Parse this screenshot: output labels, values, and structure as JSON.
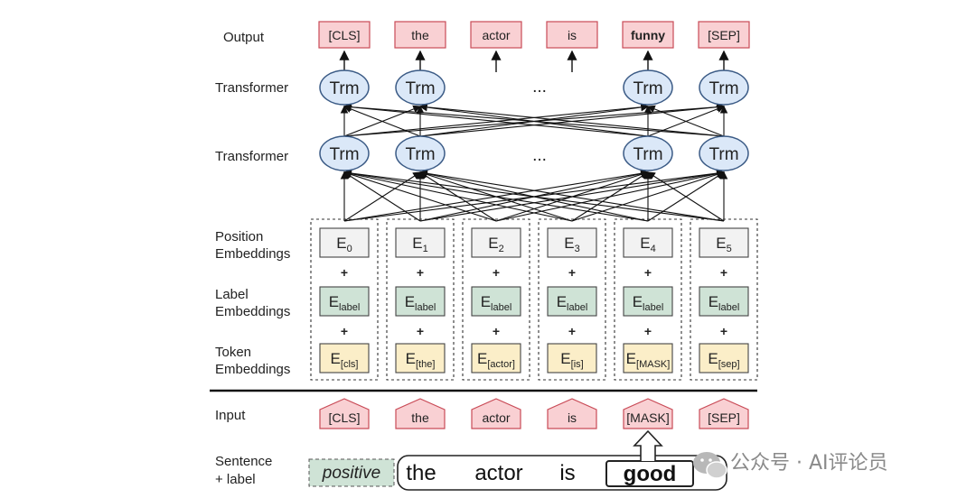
{
  "row_labels": {
    "output": "Output",
    "transformer_top": "Transformer",
    "transformer_bottom": "Transformer",
    "position_line1": "Position",
    "position_line2": "Embeddings",
    "label_line1": "Label",
    "label_line2": "Embeddings",
    "token_line1": "Token",
    "token_line2": "Embeddings",
    "input": "Input",
    "sentence_line1": "Sentence",
    "sentence_line2": "+ label"
  },
  "output_tokens": [
    {
      "text": "[CLS]",
      "shown": true,
      "bold": false
    },
    {
      "text": "the",
      "shown": true,
      "bold": false
    },
    {
      "text": "actor",
      "shown": true,
      "bold": false
    },
    {
      "text": "is",
      "shown": true,
      "bold": false
    },
    {
      "text": "funny",
      "shown": true,
      "bold": true
    },
    {
      "text": "[SEP]",
      "shown": true,
      "bold": false
    }
  ],
  "trm_label": "Trm",
  "ellipsis": "...",
  "plus": "+",
  "position_embeddings": [
    {
      "main": "E",
      "sub": "0"
    },
    {
      "main": "E",
      "sub": "1"
    },
    {
      "main": "E",
      "sub": "2"
    },
    {
      "main": "E",
      "sub": "3"
    },
    {
      "main": "E",
      "sub": "4"
    },
    {
      "main": "E",
      "sub": "5"
    }
  ],
  "label_embeddings": [
    {
      "main": "E",
      "sub": "label"
    },
    {
      "main": "E",
      "sub": "label"
    },
    {
      "main": "E",
      "sub": "label"
    },
    {
      "main": "E",
      "sub": "label"
    },
    {
      "main": "E",
      "sub": "label"
    },
    {
      "main": "E",
      "sub": "label"
    }
  ],
  "token_embeddings": [
    {
      "main": "E",
      "sub": "[cls]"
    },
    {
      "main": "E",
      "sub": "[the]"
    },
    {
      "main": "E",
      "sub": "[actor]"
    },
    {
      "main": "E",
      "sub": "[is]"
    },
    {
      "main": "E",
      "sub": "[MASK]"
    },
    {
      "main": "E",
      "sub": "[sep]"
    }
  ],
  "input_tokens": [
    "[CLS]",
    "the",
    "actor",
    "is",
    "[MASK]",
    "[SEP]"
  ],
  "sentence": {
    "label": "positive",
    "words": [
      "the",
      "actor",
      "is"
    ],
    "masked_word": "good"
  },
  "watermark": {
    "text": "公众号 · AI评论员",
    "icon": "wechat-icon"
  },
  "colors": {
    "token_box": "#f9d0d3",
    "token_border": "#c94b57",
    "trm_fill": "#dbe8f8",
    "trm_border": "#3a5a85",
    "pos_fill": "#f2f2f2",
    "label_fill": "#cfe3d6",
    "tok_emb_fill": "#fbeec8"
  }
}
